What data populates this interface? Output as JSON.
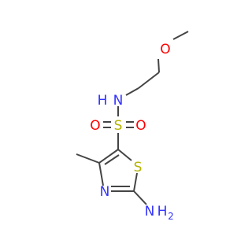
{
  "colors": {
    "bond": "#444444",
    "oxygen": "#ff0000",
    "nitrogen": "#3333ff",
    "sulfur": "#b3b300",
    "background": "#ffffff"
  },
  "atoms": {
    "o_methoxy": "O",
    "n_sulfonamide": "N",
    "h_sulfonamide": "H",
    "s_sulfonyl": "S",
    "o_sulfonyl_left": "O",
    "o_sulfonyl_right": "O",
    "s_ring": "S",
    "n_ring": "N",
    "n_amino": "N",
    "h_amino": "H",
    "h_amino_count": "2"
  }
}
